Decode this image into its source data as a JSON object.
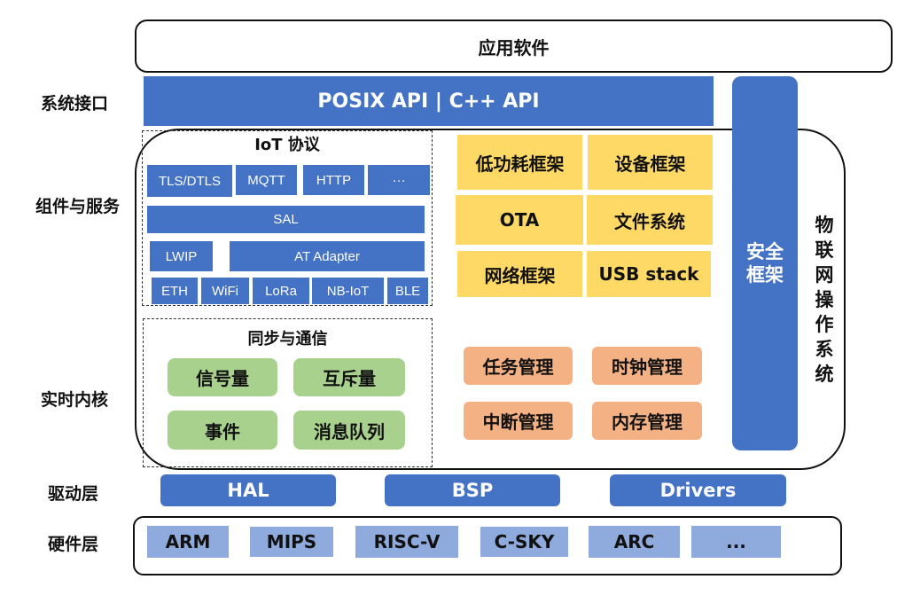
{
  "app_layer": {
    "label": "应用软件"
  },
  "row_labels": {
    "system_interface": "系统接口",
    "components_services": "组件与服务",
    "realtime_kernel": "实时内核",
    "driver_layer": "驱动层",
    "hardware_layer": "硬件层"
  },
  "api_bar": {
    "label": "POSIX API | C++ API"
  },
  "security": {
    "line1": "安全",
    "line2": "框架"
  },
  "os_label": {
    "chars": [
      "物",
      "联",
      "网",
      "操",
      "作",
      "系",
      "统"
    ]
  },
  "iot_protocol": {
    "title": "IoT 协议",
    "row1": [
      "TLS/DTLS",
      "MQTT",
      "HTTP",
      "···"
    ],
    "sal": "SAL",
    "row3": [
      "LWIP",
      "AT Adapter"
    ],
    "row4": [
      "ETH",
      "WiFi",
      "LoRa",
      "NB-IoT",
      "BLE"
    ]
  },
  "frameworks": [
    "低功耗框架",
    "设备框架",
    "OTA",
    "文件系统",
    "网络框架",
    "USB stack"
  ],
  "sync_comm": {
    "title": "同步与通信",
    "items": [
      "信号量",
      "互斥量",
      "事件",
      "消息队列"
    ]
  },
  "kernel_mgmt": [
    "任务管理",
    "时钟管理",
    "中断管理",
    "内存管理"
  ],
  "drivers": [
    "HAL",
    "BSP",
    "Drivers"
  ],
  "hardware": [
    "ARM",
    "MIPS",
    "RISC-V",
    "C-SKY",
    "ARC",
    "..."
  ],
  "colors": {
    "blue": "#4472c4",
    "light_blue": "#8faadc",
    "yellow": "#ffd966",
    "green": "#a9d18e",
    "orange": "#f4b183"
  }
}
